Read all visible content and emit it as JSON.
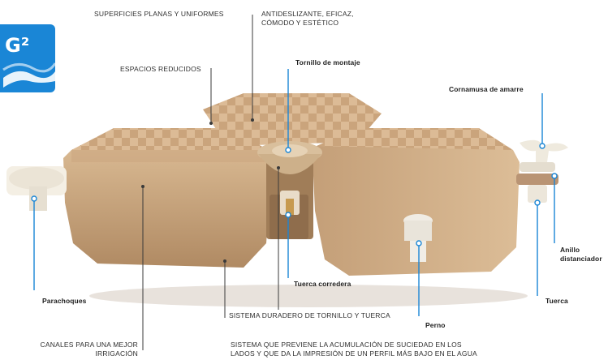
{
  "logo": {
    "text": "G²",
    "color": "#1a86d6"
  },
  "labels": {
    "superficies": "SUPERFICIES PLANAS Y UNIFORMES",
    "antideslizante": "ANTIDESLIZANTE, EFICAZ,\nCÓMODO Y ESTÉTICO",
    "espacios": "ESPACIOS REDUCIDOS",
    "tornillo_montaje": "Tornillo de montaje",
    "cornamusa": "Cornamusa de amarre",
    "anillo": "Anillo\ndistanciador",
    "tuerca": "Tuerca",
    "parachoques": "Parachoques",
    "tuerca_corredera": "Tuerca corredera",
    "sistema_duradero": "SISTEMA DURADERO DE TORNILLO Y TUERCA",
    "perno": "Perno",
    "canales": "CANALES PARA UNA MEJOR\nIRRIGACIÓN",
    "sistema_previene": "SISTEMA QUE PREVIENE LA ACUMULACIÓN DE SUCIEDAD EN LOS\nLADOS Y QUE DA LA IMPRESIÓN DE UN PERFIL MÁS BAJO EN EL AGUA"
  },
  "colors": {
    "float": "#d4b08a",
    "float_dark": "#b38d66",
    "leader": "#1a86d6",
    "leader_dark": "#3a3a3a"
  }
}
